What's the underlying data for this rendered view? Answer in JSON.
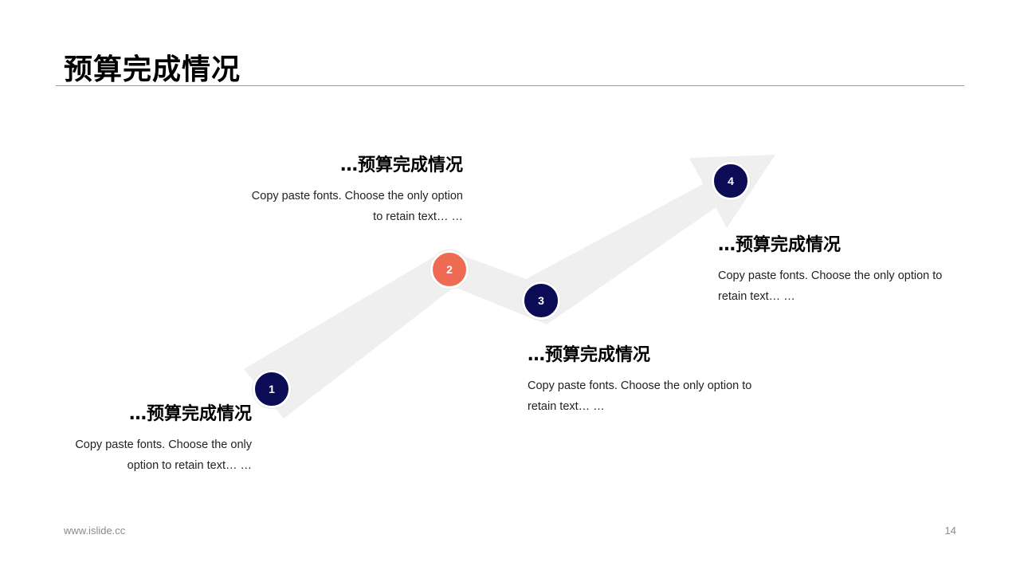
{
  "slide": {
    "title": "预算完成情况",
    "footer_url": "www.islide.cc",
    "page_number": "14"
  },
  "steps": [
    {
      "number": "1",
      "heading": "…预算完成情况",
      "body": "Copy paste fonts. Choose the only option to retain text… …"
    },
    {
      "number": "2",
      "heading": "…预算完成情况",
      "body": "Copy paste fonts. Choose the only option to retain text… …"
    },
    {
      "number": "3",
      "heading": "…预算完成情况",
      "body": "Copy paste fonts. Choose the only option to retain text… …"
    },
    {
      "number": "4",
      "heading": "…预算完成情况",
      "body": "Copy paste fonts. Choose the only option to retain text… …"
    }
  ],
  "colors": {
    "node_dark": "#0b0b56",
    "node_accent": "#ee6a52",
    "arrow_fill": "#efefef",
    "rule": "#9a9a9a"
  }
}
